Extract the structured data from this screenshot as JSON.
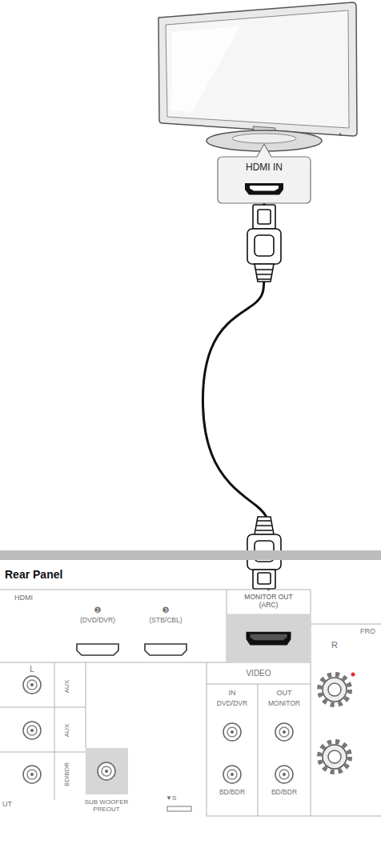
{
  "diagram": {
    "nodes": [
      {
        "text": [
          "HDMI IN"
        ]
      },
      {
        "text": [
          "MONITOR OUT",
          "(ARC)"
        ]
      }
    ],
    "edges": [
      {
        "from": 0,
        "to": 1,
        "arrow": "none"
      }
    ],
    "labels": [
      "Rear Panel",
      "HDMI",
      "❷",
      "(DVD/DVR)",
      "❸",
      "(STB/CBL)",
      "L",
      "AUX",
      "AUX",
      "BD/BDR",
      "UT",
      "SUB WOOFER PREOUT",
      "▼S",
      "VIDEO",
      "IN",
      "OUT",
      "DVD/DVR",
      "MONITOR",
      "BD/BDR",
      "BD/BDR",
      "FRO",
      "R"
    ]
  }
}
